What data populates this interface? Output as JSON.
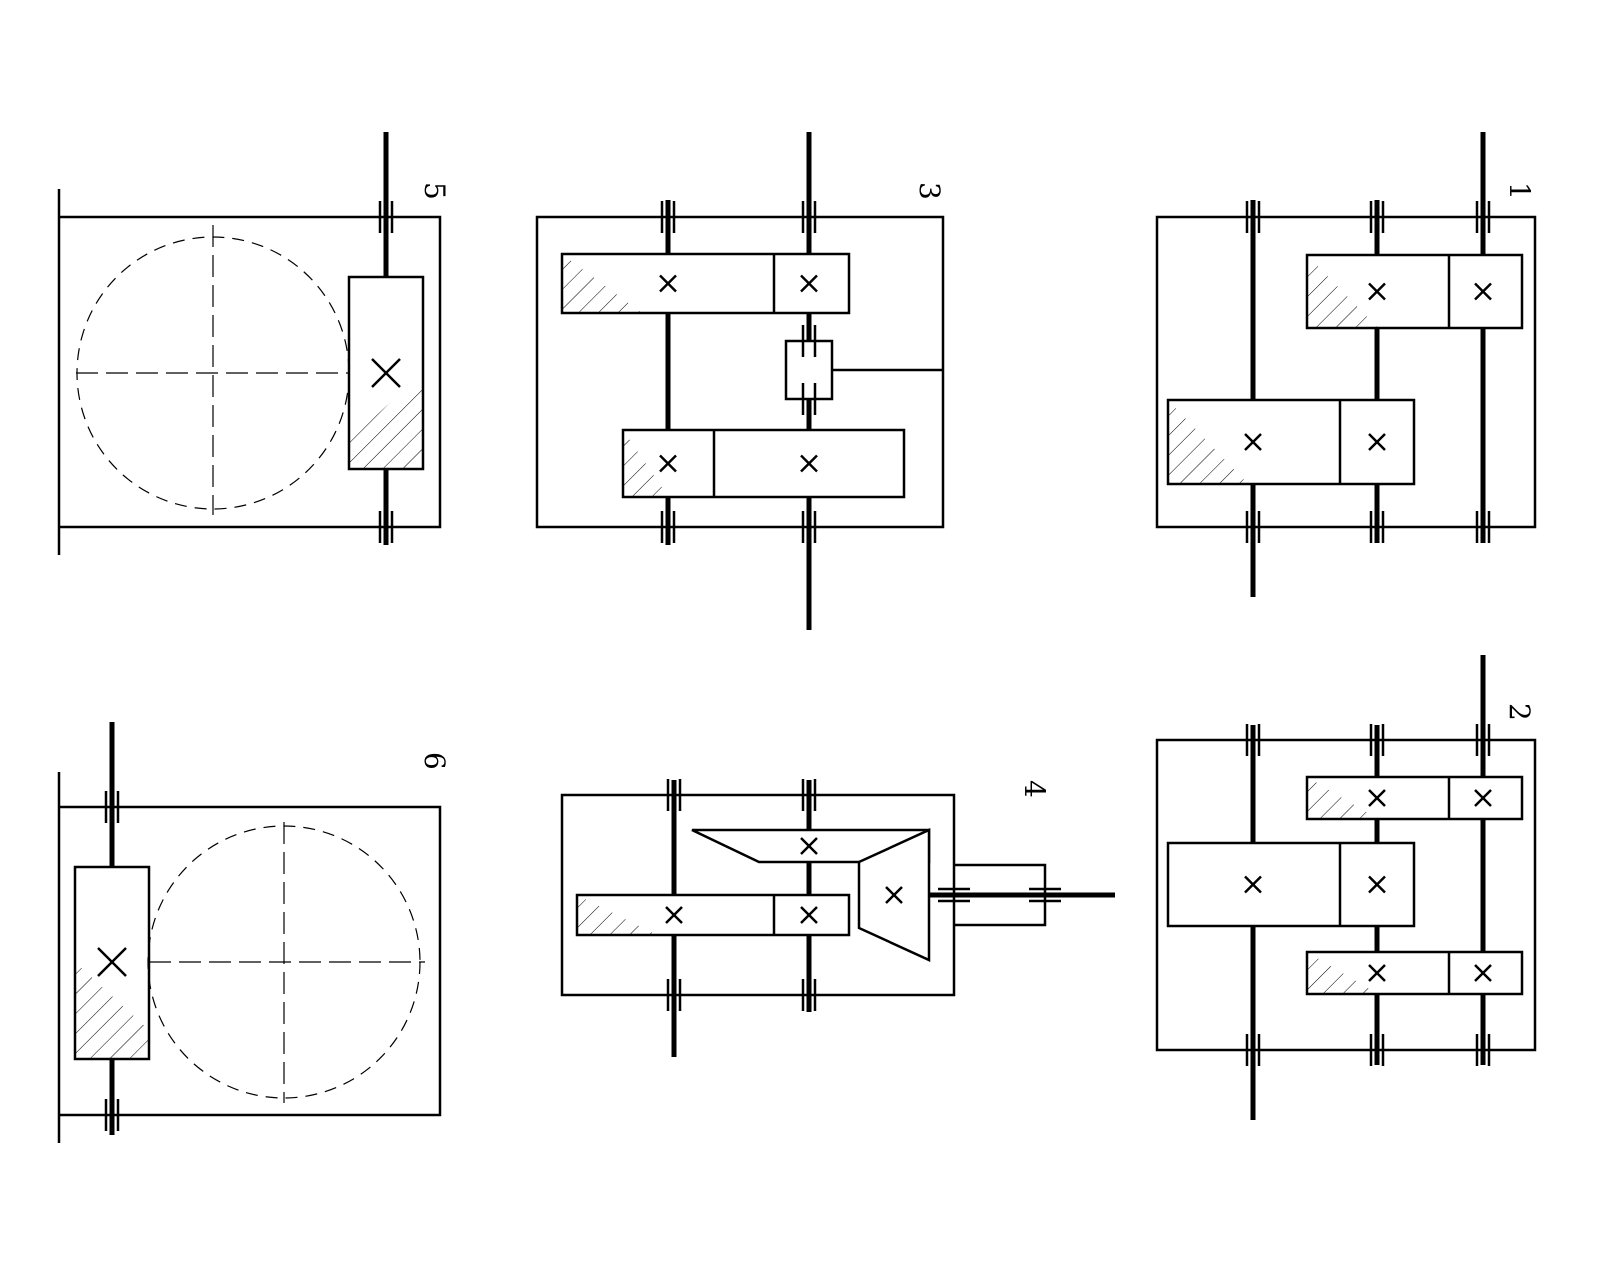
{
  "schemes": [
    {
      "id": "1",
      "label": "1"
    },
    {
      "id": "2",
      "label": "2"
    },
    {
      "id": "3",
      "label": "3"
    },
    {
      "id": "4",
      "label": "4"
    },
    {
      "id": "5",
      "label": "5"
    },
    {
      "id": "6",
      "label": "6"
    }
  ],
  "colors": {
    "line": "#000000",
    "background": "#ffffff"
  }
}
